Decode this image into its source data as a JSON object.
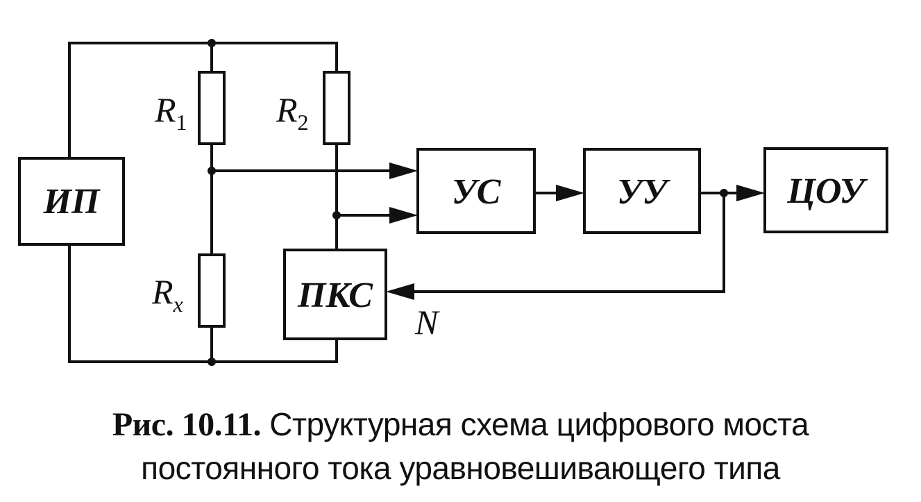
{
  "blocks": {
    "ip": "ИП",
    "us": "УС",
    "uu": "УУ",
    "tsou": "ЦОУ",
    "pks": "ПКС"
  },
  "resistors": {
    "r1": {
      "letter": "R",
      "sub": "1"
    },
    "r2": {
      "letter": "R",
      "sub": "2"
    },
    "rx": {
      "letter": "R",
      "sub": "x"
    }
  },
  "signal_label": "N",
  "caption": {
    "number": "Рис. 10.11.",
    "line1": "Структурная схема цифрового моста",
    "line2": "постоянного тока уравновешивающего типа"
  }
}
